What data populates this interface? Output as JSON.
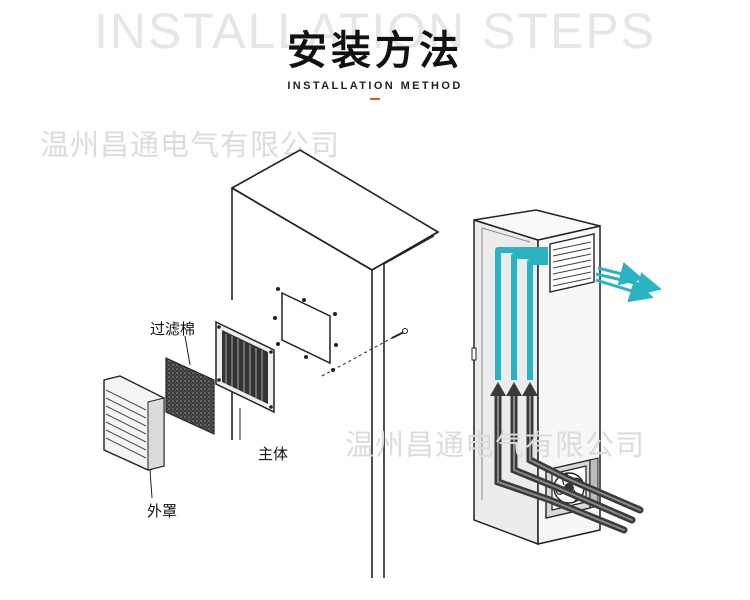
{
  "header": {
    "background_text": "INSTALLATION STEPS",
    "title": "安装方法",
    "subtitle": "INSTALLATION METHOD"
  },
  "watermarks": [
    "温州昌通电气有限公司",
    "温州昌通电气有限公司"
  ],
  "labels": {
    "filter_cotton": "过滤棉",
    "main_body": "主体",
    "outer_cover": "外罩"
  },
  "colors": {
    "accent": "#e05a10",
    "airflow_cool": "#2ab3c0",
    "airflow_warm": "#5a5a5a"
  }
}
